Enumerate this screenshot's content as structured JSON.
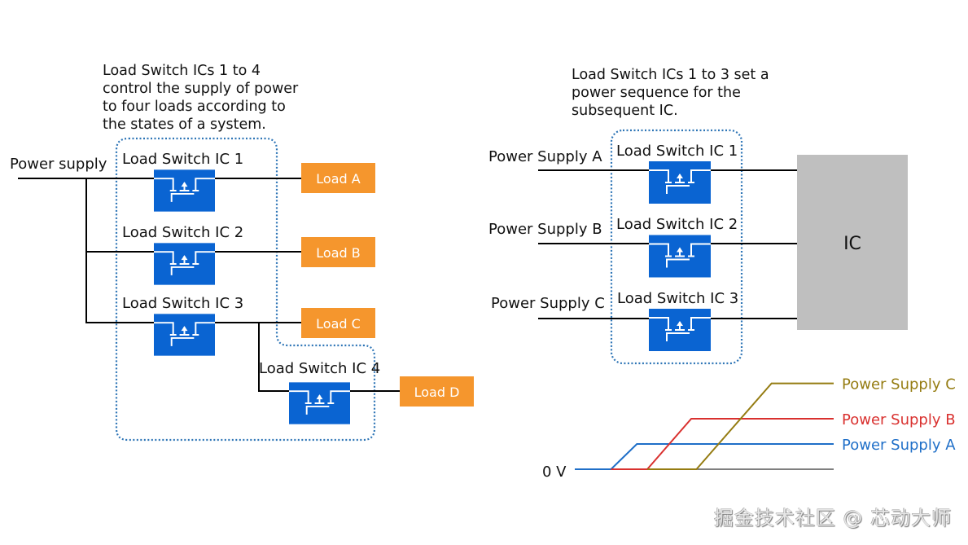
{
  "left_diagram": {
    "caption": [
      "Load Switch ICs 1 to 4",
      "control the supply of power",
      "to four loads according to",
      "the states of a system."
    ],
    "power_label": "Power supply",
    "switches": [
      {
        "label": "Load Switch IC 1",
        "load": "Load A"
      },
      {
        "label": "Load Switch IC 2",
        "load": "Load B"
      },
      {
        "label": "Load Switch IC 3",
        "load": "Load C"
      },
      {
        "label": "Load Switch IC 4",
        "load": "Load D"
      }
    ]
  },
  "right_diagram": {
    "caption": [
      "Load Switch ICs 1 to 3 set a",
      "power sequence for the",
      "subsequent IC."
    ],
    "supplies": [
      {
        "label": "Power Supply A",
        "switch": "Load Switch IC 1"
      },
      {
        "label": "Power Supply B",
        "switch": "Load Switch IC 2"
      },
      {
        "label": "Power Supply C",
        "switch": "Load Switch IC 3"
      }
    ],
    "ic_label": "IC"
  },
  "sequence_chart": {
    "zero_label": "0 V",
    "series": [
      {
        "name": "Power Supply A",
        "color": "#1f6fc8",
        "rise_start": 0.14,
        "rise_end": 0.24,
        "level": 1.0
      },
      {
        "name": "Power Supply B",
        "color": "#d9312f",
        "rise_start": 0.28,
        "rise_end": 0.45,
        "level": 2.0
      },
      {
        "name": "Power Supply C",
        "color": "#957c12",
        "rise_start": 0.47,
        "rise_end": 0.76,
        "level": 3.4
      }
    ]
  },
  "colors": {
    "switch_blue": "#0a64d2",
    "load_orange": "#f5962d",
    "ic_gray": "#bfbfbf",
    "dotted_border": "#2e75b6",
    "wire": "#000000"
  },
  "watermark": "掘金技术社区 @ 芯动大师"
}
